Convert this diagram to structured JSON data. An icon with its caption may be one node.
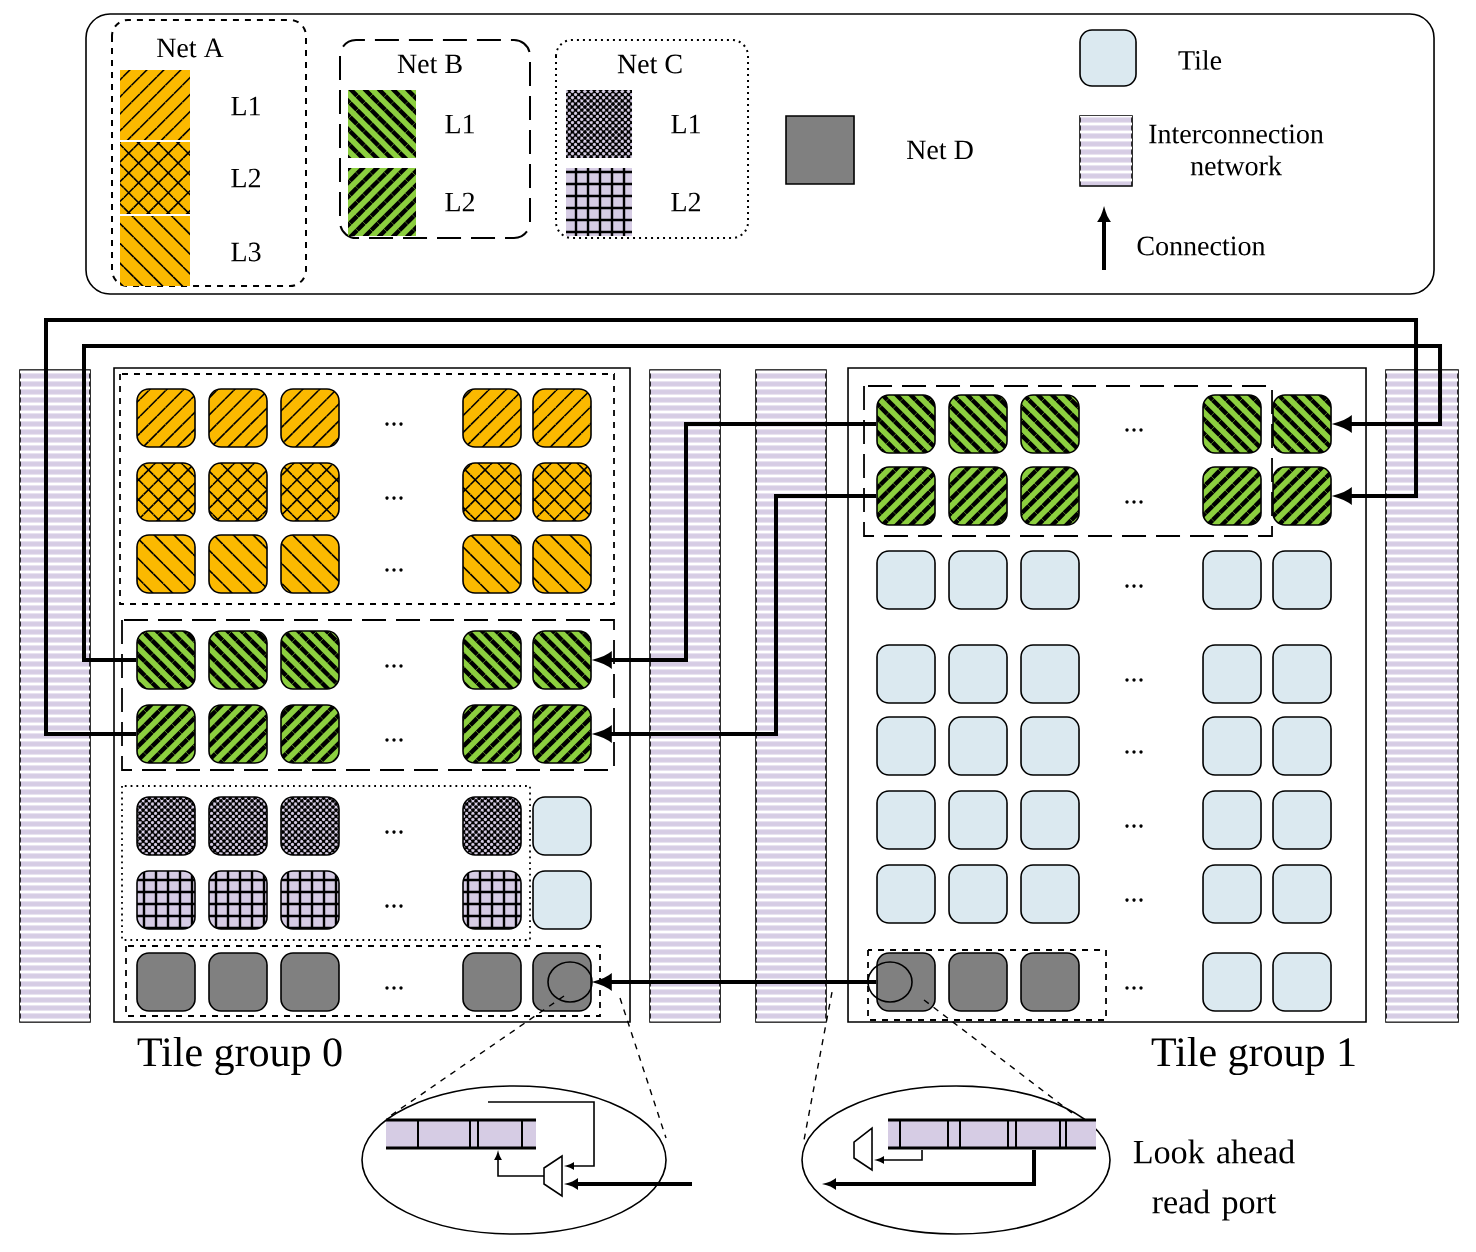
{
  "diagram": {
    "nodes": [
      {
        "text": [
          "Tile group 0"
        ]
      },
      {
        "text": [],
        "shape": "box",
        "in": 0
      },
      {
        "text": [],
        "shape": "box",
        "in": 0
      },
      {
        "text": [],
        "shape": "box",
        "in": 0
      },
      {
        "text": [],
        "shape": "box",
        "in": 0
      },
      {
        "text": [],
        "shape": "box",
        "in": 0
      },
      {
        "text": [],
        "shape": "box",
        "in": 0
      },
      {
        "text": [],
        "shape": "box",
        "in": 0
      },
      {
        "text": [],
        "shape": "box",
        "in": 0
      },
      {
        "text": [],
        "shape": "box",
        "in": 0
      },
      {
        "text": [],
        "shape": "box",
        "in": 0
      },
      {
        "text": [],
        "shape": "box",
        "in": 0
      },
      {
        "text": [],
        "shape": "box",
        "in": 0
      },
      {
        "text": [],
        "shape": "box",
        "in": 0
      },
      {
        "text": [],
        "shape": "box",
        "in": 0
      },
      {
        "text": [],
        "shape": "box",
        "in": 0
      },
      {
        "text": [
          "Tile group 1"
        ]
      },
      {
        "text": [],
        "shape": "box",
        "in": 16
      },
      {
        "text": [],
        "shape": "box",
        "in": 16
      },
      {
        "text": [],
        "shape": "box",
        "in": 16
      },
      {
        "text": [],
        "shape": "box",
        "in": 16
      },
      {
        "text": [],
        "shape": "box",
        "in": 16
      },
      {
        "text": [],
        "shape": "box",
        "in": 16
      },
      {
        "text": [],
        "shape": "box",
        "in": 16
      },
      {
        "text": [],
        "shape": "box",
        "in": 16
      },
      {
        "text": [],
        "shape": "box",
        "in": 16
      },
      {
        "text": [],
        "shape": "box",
        "in": 16
      },
      {
        "text": [],
        "shape": "box",
        "in": 16
      },
      {
        "text": [],
        "shape": "box",
        "in": 16
      },
      {
        "text": [],
        "shape": "box",
        "in": 16
      }
    ],
    "edges": [
      {
        "from": 1,
        "to": 21,
        "arrow": "to"
      },
      {
        "from": 6,
        "to": 26,
        "arrow": "to"
      },
      {
        "from": 17,
        "to": 5,
        "arrow": "to"
      },
      {
        "from": 22,
        "to": 10,
        "arrow": "to"
      },
      {
        "from": 27,
        "to": 15,
        "arrow": "to"
      }
    ],
    "labels": [
      "Net A",
      "Net B",
      "Net C",
      "...",
      "...",
      "...",
      "...",
      "...",
      "...",
      "...",
      "...",
      "...",
      "...",
      "...",
      "...",
      "...",
      "...",
      "...",
      "...",
      "Look ahead read port"
    ],
    "legend": [
      {
        "text": "L1"
      },
      {
        "text": "L2"
      },
      {
        "text": "L3"
      },
      {
        "text": "L1"
      },
      {
        "text": "L2"
      },
      {
        "text": "L1"
      },
      {
        "text": "L2"
      },
      {
        "text": "Net D",
        "color": "#808080"
      },
      {
        "text": "Tile",
        "color": "#dbe9f0"
      },
      {
        "text": "Interconnection network"
      },
      {
        "text": "Connection"
      }
    ]
  }
}
